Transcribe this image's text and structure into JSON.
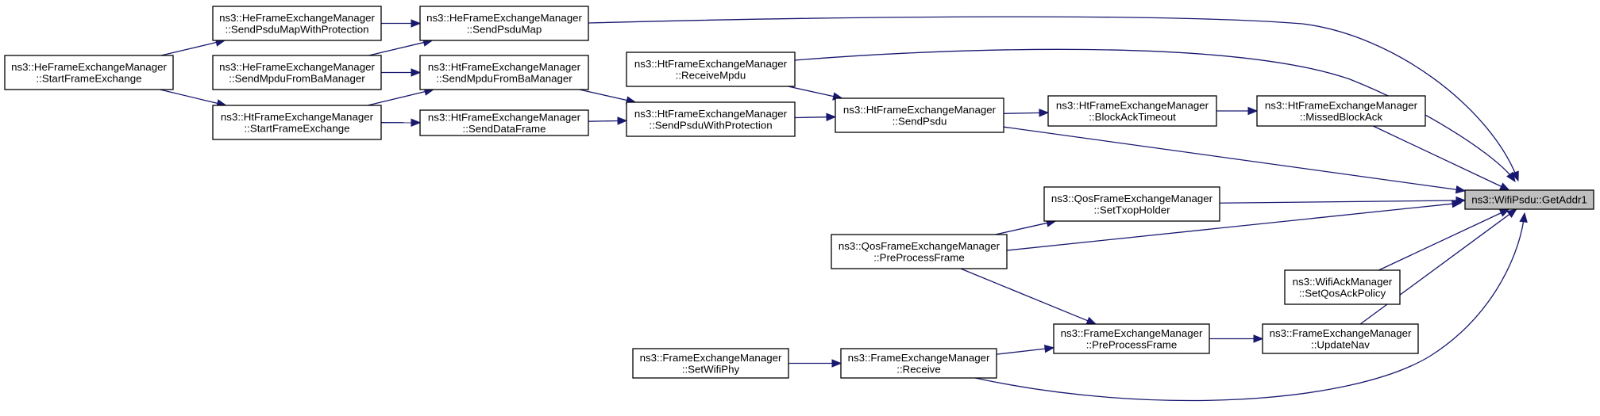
{
  "graph": {
    "edge_color": "#191970",
    "root_fill": "#bfbfbf",
    "nodes": [
      {
        "id": "n0",
        "lines": [
          "ns3::WifiPsdu::GetAddr1"
        ],
        "root": true
      },
      {
        "id": "n1",
        "lines": [
          "ns3::HeFrameExchangeManager",
          "::SendPsduMap"
        ]
      },
      {
        "id": "n2",
        "lines": [
          "ns3::HeFrameExchangeManager",
          "::SendPsduMapWithProtection"
        ]
      },
      {
        "id": "n3",
        "lines": [
          "ns3::HeFrameExchangeManager",
          "::StartFrameExchange"
        ]
      },
      {
        "id": "n4",
        "lines": [
          "ns3::HeFrameExchangeManager",
          "::SendMpduFromBaManager"
        ]
      },
      {
        "id": "n5",
        "lines": [
          "ns3::HtFrameExchangeManager",
          "::SendMpduFromBaManager"
        ]
      },
      {
        "id": "n6",
        "lines": [
          "ns3::HtFrameExchangeManager",
          "::StartFrameExchange"
        ]
      },
      {
        "id": "n7",
        "lines": [
          "ns3::HtFrameExchangeManager",
          "::SendDataFrame"
        ]
      },
      {
        "id": "n8",
        "lines": [
          "ns3::HtFrameExchangeManager",
          "::ReceiveMpdu"
        ]
      },
      {
        "id": "n9",
        "lines": [
          "ns3::HtFrameExchangeManager",
          "::SendPsduWithProtection"
        ]
      },
      {
        "id": "n10",
        "lines": [
          "ns3::HtFrameExchangeManager",
          "::SendPsdu"
        ]
      },
      {
        "id": "n11",
        "lines": [
          "ns3::HtFrameExchangeManager",
          "::BlockAckTimeout"
        ]
      },
      {
        "id": "n12",
        "lines": [
          "ns3::HtFrameExchangeManager",
          "::MissedBlockAck"
        ]
      },
      {
        "id": "n13",
        "lines": [
          "ns3::QosFrameExchangeManager",
          "::SetTxopHolder"
        ]
      },
      {
        "id": "n14",
        "lines": [
          "ns3::QosFrameExchangeManager",
          "::PreProcessFrame"
        ]
      },
      {
        "id": "n15",
        "lines": [
          "ns3::WifiAckManager",
          "::SetQosAckPolicy"
        ]
      },
      {
        "id": "n16",
        "lines": [
          "ns3::FrameExchangeManager",
          "::SetWifiPhy"
        ]
      },
      {
        "id": "n17",
        "lines": [
          "ns3::FrameExchangeManager",
          "::Receive"
        ]
      },
      {
        "id": "n18",
        "lines": [
          "ns3::FrameExchangeManager",
          "::PreProcessFrame"
        ]
      },
      {
        "id": "n19",
        "lines": [
          "ns3::FrameExchangeManager",
          "::UpdateNav"
        ]
      }
    ],
    "edges": [
      {
        "from": "n1",
        "to": "n0"
      },
      {
        "from": "n2",
        "to": "n1"
      },
      {
        "from": "n3",
        "to": "n2"
      },
      {
        "from": "n4",
        "to": "n1"
      },
      {
        "from": "n3",
        "to": "n6"
      },
      {
        "from": "n4",
        "to": "n5"
      },
      {
        "from": "n6",
        "to": "n5"
      },
      {
        "from": "n6",
        "to": "n7"
      },
      {
        "from": "n5",
        "to": "n9"
      },
      {
        "from": "n7",
        "to": "n9"
      },
      {
        "from": "n8",
        "to": "n0"
      },
      {
        "from": "n8",
        "to": "n10"
      },
      {
        "from": "n9",
        "to": "n10"
      },
      {
        "from": "n10",
        "to": "n11"
      },
      {
        "from": "n10",
        "to": "n0"
      },
      {
        "from": "n11",
        "to": "n12"
      },
      {
        "from": "n12",
        "to": "n0"
      },
      {
        "from": "n13",
        "to": "n0"
      },
      {
        "from": "n14",
        "to": "n13"
      },
      {
        "from": "n14",
        "to": "n0"
      },
      {
        "from": "n14",
        "to": "n18"
      },
      {
        "from": "n15",
        "to": "n0"
      },
      {
        "from": "n16",
        "to": "n17"
      },
      {
        "from": "n17",
        "to": "n18"
      },
      {
        "from": "n17",
        "to": "n0"
      },
      {
        "from": "n18",
        "to": "n19"
      },
      {
        "from": "n19",
        "to": "n0"
      }
    ]
  }
}
